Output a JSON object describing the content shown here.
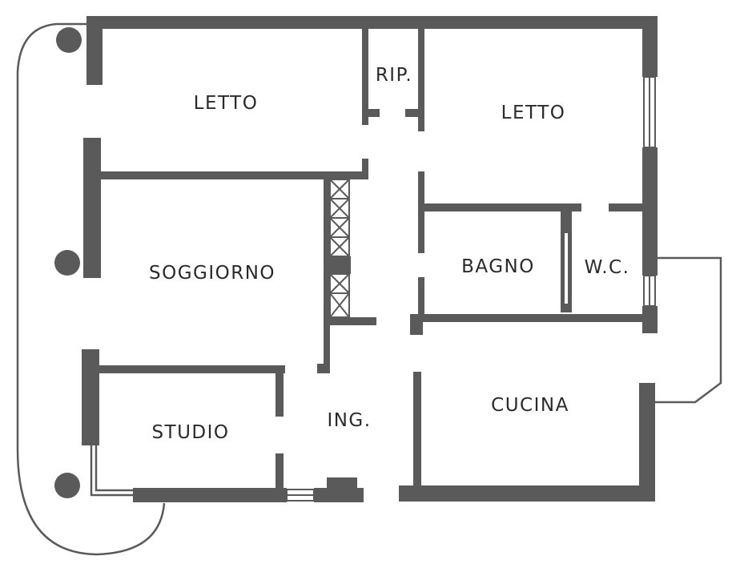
{
  "plan": {
    "rooms": [
      {
        "key": "letto_1",
        "label": "LETTO"
      },
      {
        "key": "rip",
        "label": "RIP."
      },
      {
        "key": "letto_2",
        "label": "LETTO"
      },
      {
        "key": "soggiorno",
        "label": "SOGGIORNO"
      },
      {
        "key": "bagno",
        "label": "BAGNO"
      },
      {
        "key": "wc",
        "label": "W.C."
      },
      {
        "key": "studio",
        "label": "STUDIO"
      },
      {
        "key": "ing",
        "label": "ING."
      },
      {
        "key": "cucina",
        "label": "CUCINA"
      }
    ]
  },
  "colors": {
    "wall": "#5a5a5a",
    "text": "#2a2a2a",
    "background": "#ffffff"
  }
}
